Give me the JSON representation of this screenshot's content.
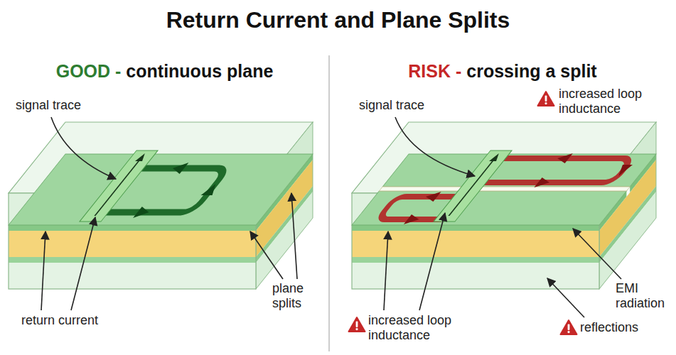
{
  "diagram": {
    "title": "Return Current and Plane Splits",
    "labels": [
      "GOOD -",
      "continuous plane",
      "signal trace",
      "return current",
      "plane splits",
      "RISK -",
      "crossing a split",
      "signal trace",
      "increased loop inductance",
      "increased loop inductance",
      "EMI radiation",
      "reflections"
    ]
  }
}
